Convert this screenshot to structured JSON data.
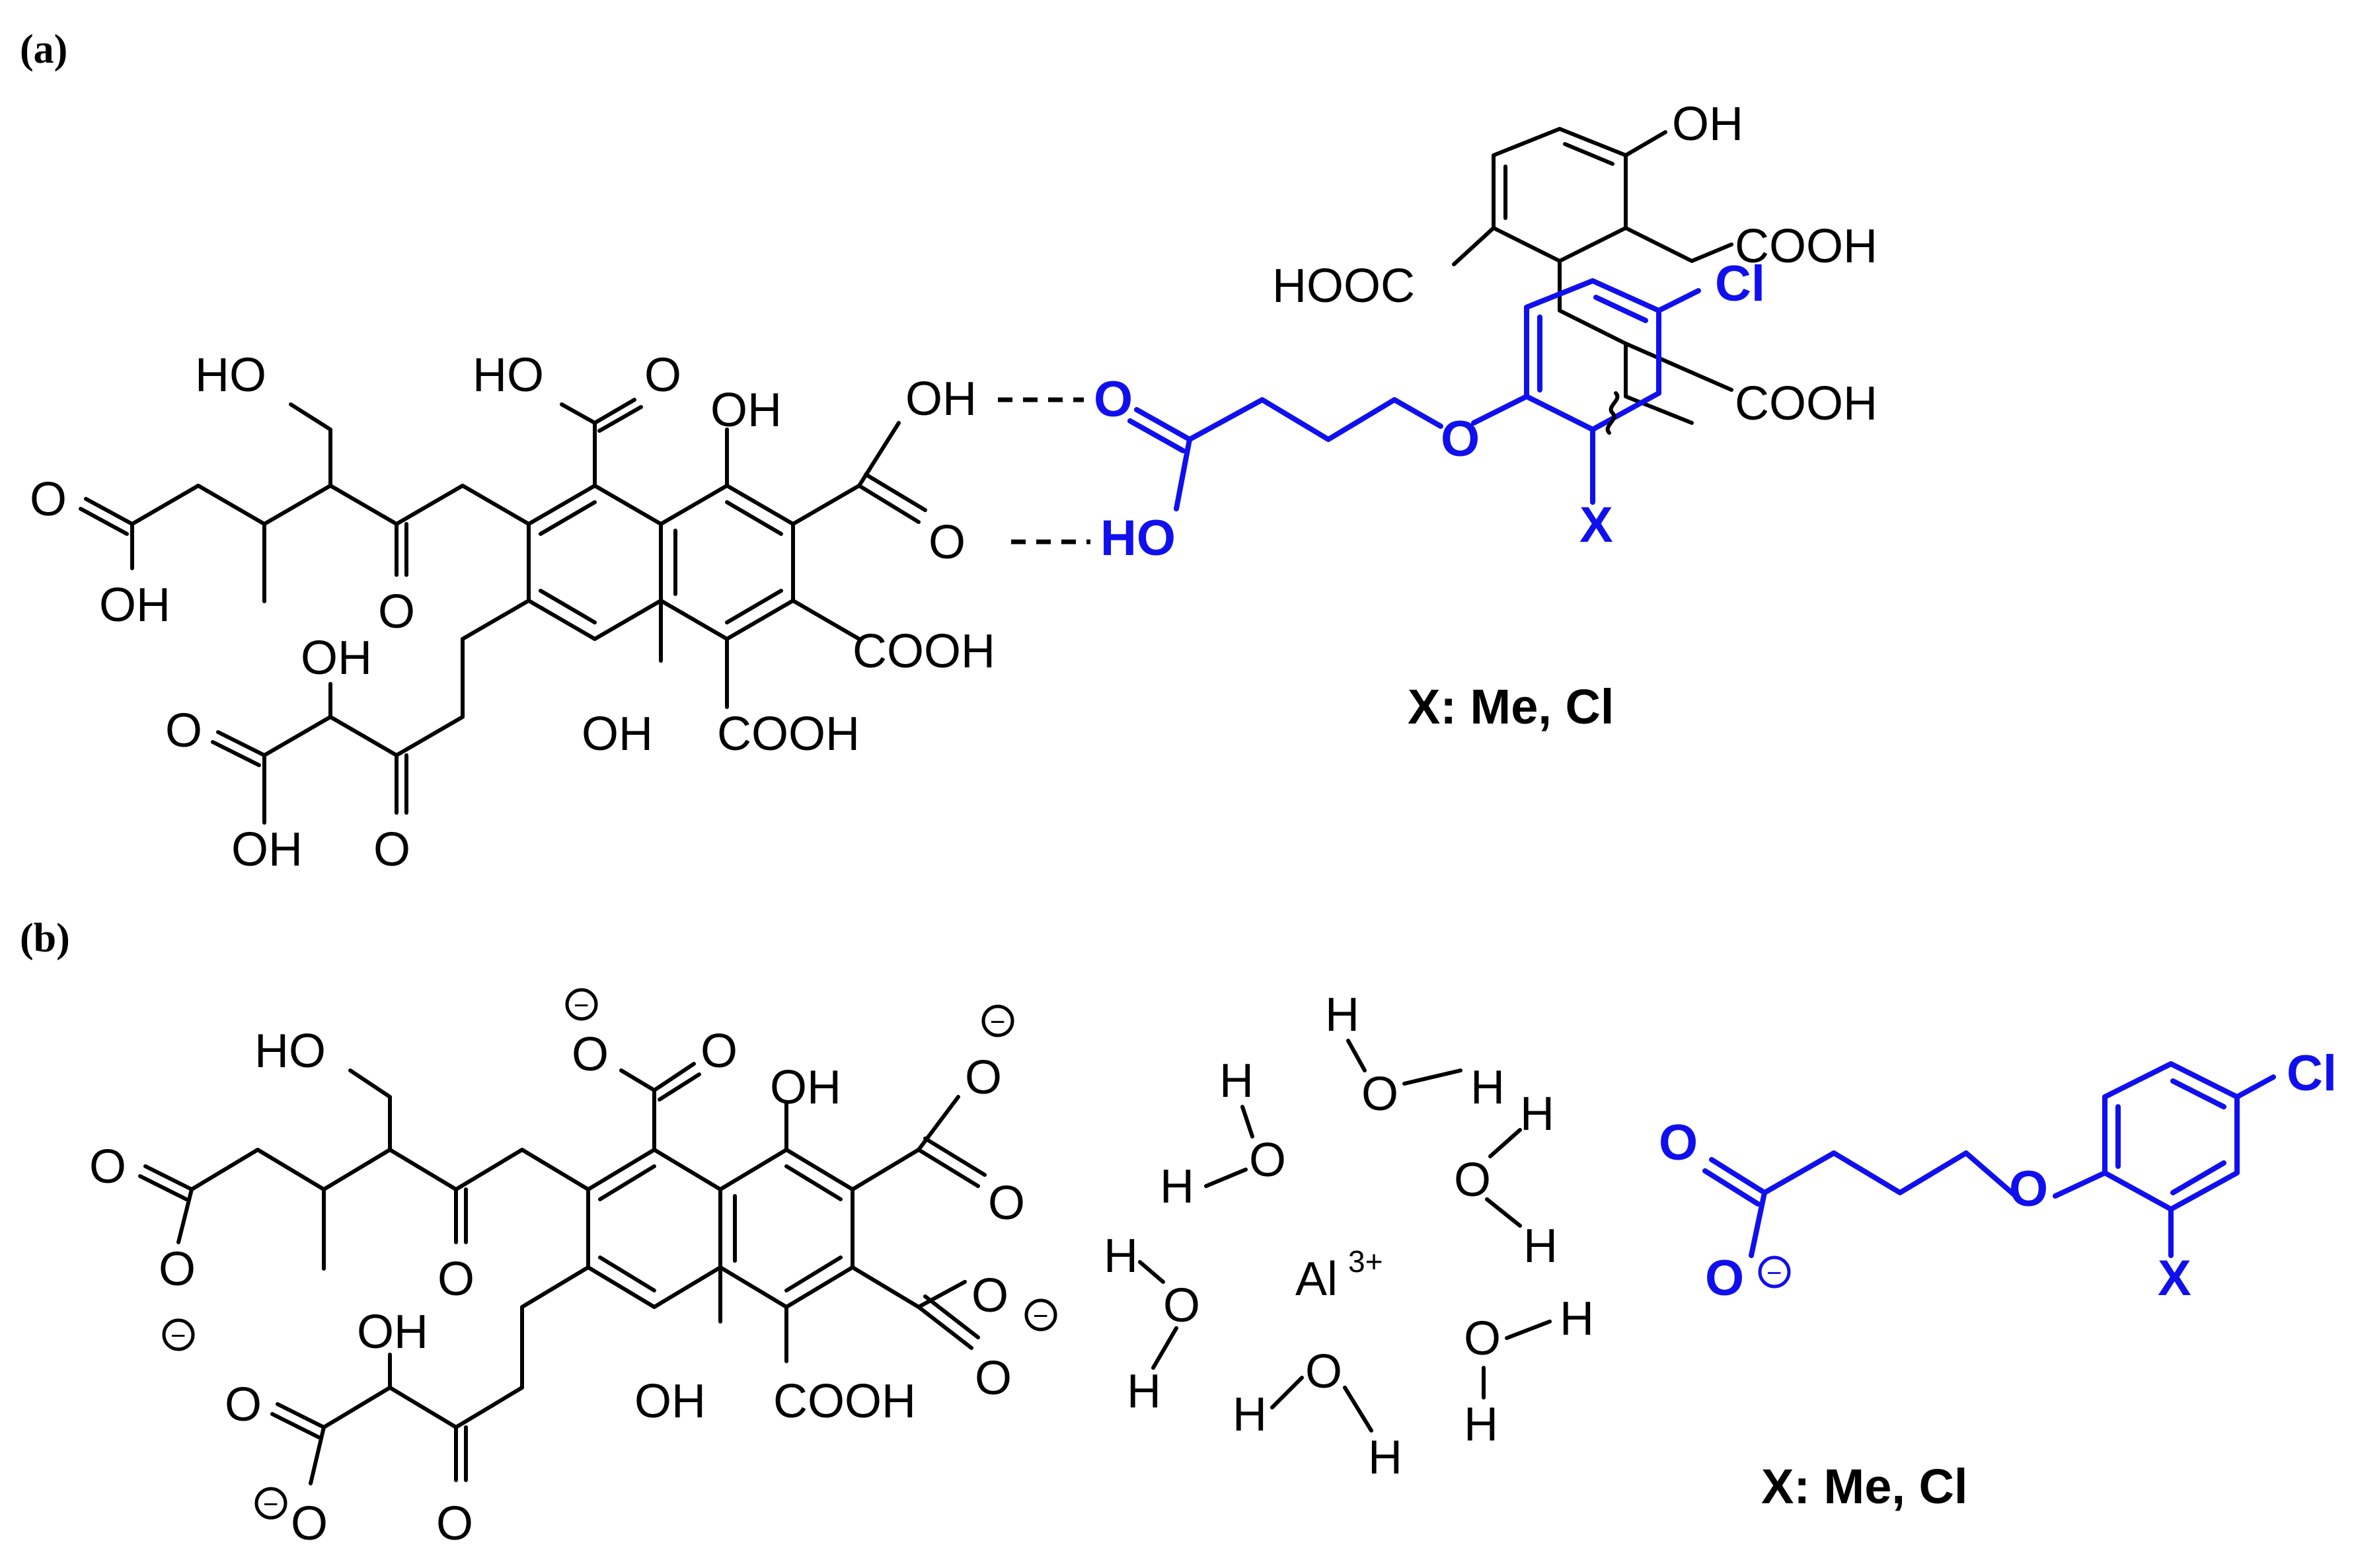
{
  "panels": {
    "a": "(a)",
    "b": "(b)"
  },
  "colors": {
    "ligand": "#000000",
    "herbicide": "#1010ee"
  },
  "labels_a": {
    "ho_top": "HO",
    "o_left": "O",
    "oh_left": "OH",
    "o_keto": "O",
    "ho_cooh": "HO",
    "o_cooh": "O",
    "oh_ring_top": "OH",
    "oh_acid": "OH",
    "o_acid": "O",
    "cooh_right": "COOH",
    "cooh_bottom": "COOH",
    "oh_ring_bottom": "OH",
    "oh_lower": "OH",
    "o_lower_left": "O",
    "oh_lower_left": "OH",
    "o_lower_keto": "O",
    "oh_upper": "OH",
    "hooc": "HOOC",
    "cooh_upper1": "COOH",
    "cooh_upper2": "COOH",
    "herb_o": "O",
    "herb_ho": "HO",
    "herb_ether": "O",
    "herb_cl": "Cl",
    "herb_x": "X",
    "caption": "X: Me, Cl"
  },
  "labels_b": {
    "ho_top": "HO",
    "o_left": "O",
    "o_minus_left": "O",
    "o_keto": "O",
    "o_minus_top": "O",
    "o_top": "O",
    "oh_ring_top": "OH",
    "o_minus_acid": "O",
    "o_acid": "O",
    "o_minus_acid2": "O",
    "o_acid2": "O",
    "oh_ring_bottom": "OH",
    "cooh_bottom": "COOH",
    "oh_lower": "OH",
    "o_lower_left": "O",
    "o_minus_lower": "O",
    "o_lower_keto": "O",
    "al": "Al",
    "al_charge": "3+",
    "h": "H",
    "o_w": "O",
    "herb_o": "O",
    "herb_ominus": "O",
    "herb_ether": "O",
    "herb_cl": "Cl",
    "herb_x": "X",
    "caption": "X: Me, Cl"
  },
  "minus_sign": "−"
}
